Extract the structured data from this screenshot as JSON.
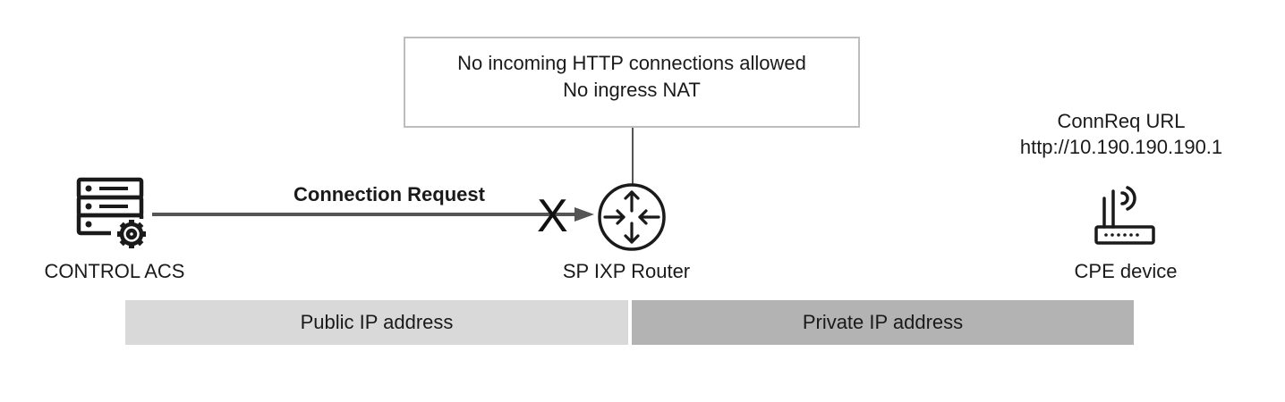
{
  "note": {
    "line1": "No incoming HTTP connections allowed",
    "line2": "No ingress NAT"
  },
  "connreq": {
    "title": "ConnReq URL",
    "url": "http://10.190.190.190.1"
  },
  "acs": {
    "label": "CONTROL ACS",
    "icon": "server-gear-icon"
  },
  "router": {
    "label": "SP IXP Router",
    "icon": "router-icon"
  },
  "cpe": {
    "label": "CPE device",
    "icon": "wifi-router-icon"
  },
  "connection": {
    "label": "Connection Request",
    "blocked_mark": "X"
  },
  "zones": {
    "public": "Public IP address",
    "private": "Private IP address"
  },
  "colors": {
    "line": "#555555",
    "icon": "#1a1a1a",
    "box_border": "#bdbdbd",
    "public_band": "#d9d9d9",
    "private_band": "#b3b3b3"
  }
}
